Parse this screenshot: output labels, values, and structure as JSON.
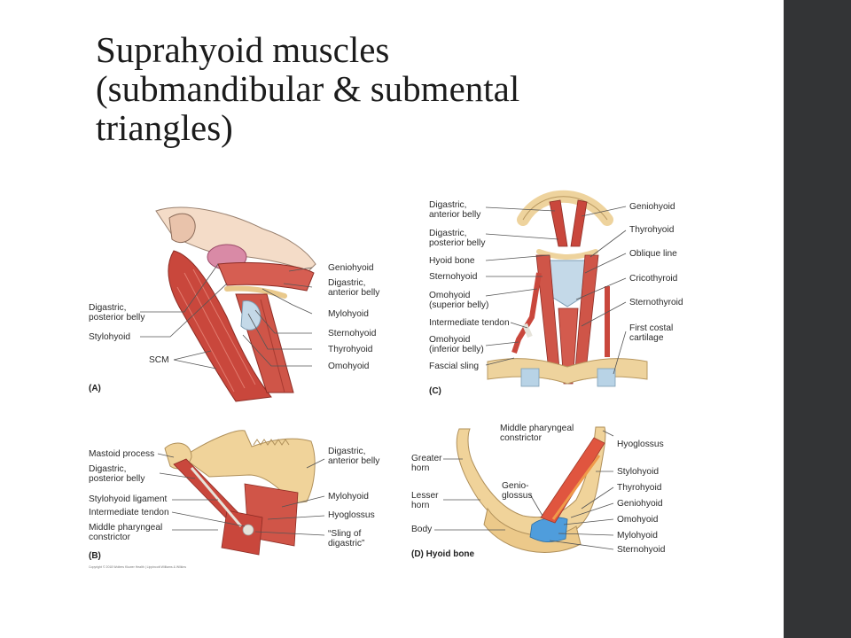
{
  "slide": {
    "title_lines": [
      "Suprahyoid muscles",
      "(submandibular & submental",
      "triangles)"
    ],
    "colors": {
      "sidebar": "#333436",
      "muscle": "#c9473c",
      "bone": "#f0d39a",
      "cartilage": "#b8d3e6",
      "tendon": "#e6e3da",
      "leader_line": "#555555"
    }
  },
  "figure": {
    "panelA": {
      "label": "(A)",
      "left_labels": [
        "Digastric,\nposterior belly",
        "Stylohyoid",
        "SCM"
      ],
      "right_labels": [
        "Geniohyoid",
        "Digastric,\nanterior belly",
        "Mylohyoid",
        "Sternohyoid",
        "Thyrohyoid",
        "Omohyoid"
      ]
    },
    "panelB": {
      "label": "(B)",
      "left_labels": [
        "Mastoid process",
        "Digastric,\nposterior belly",
        "Stylohyoid ligament",
        "Intermediate tendon",
        "Middle pharyngeal\nconstrictor"
      ],
      "right_labels": [
        "Digastric,\nanterior belly",
        "Mylohyoid",
        "Hyoglossus",
        "“Sling of\ndigastric”"
      ],
      "copyright": "Copyright © 2018 Wolters Kluwer Health | Lippincott Williams & Wilkins"
    },
    "panelC": {
      "label": "(C)",
      "left_labels": [
        "Digastric,\nanterior belly",
        "Digastric,\nposterior belly",
        "Hyoid bone",
        "Sternohyoid",
        "Omohyoid\n(superior belly)",
        "Intermediate tendon",
        "Omohyoid\n(inferior belly)",
        "Fascial sling"
      ],
      "right_labels": [
        "Geniohyoid",
        "Thyrohyoid",
        "Oblique line",
        "Cricothyroid",
        "Sternothyroid",
        "First costal\ncartilage"
      ]
    },
    "panelD": {
      "label": "(D) Hyoid bone",
      "left_labels": [
        "Greater\nhorn",
        "Lesser\nhorn",
        "Body"
      ],
      "inner_label": "Genio-\nglossus",
      "right_labels": [
        "Middle pharyngeal\nconstrictor",
        "Hyoglossus",
        "Stylohyoid",
        "Thyrohyoid",
        "Geniohyoid",
        "Omohyoid",
        "Mylohyoid",
        "Sternohyoid"
      ]
    }
  }
}
